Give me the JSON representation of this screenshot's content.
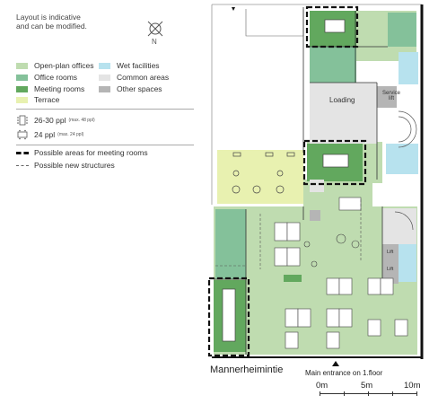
{
  "note": [
    "Layout is indicative",
    "and can be modified."
  ],
  "legend": {
    "items": [
      {
        "label": "Open-plan offices",
        "color": "#bfdcb0"
      },
      {
        "label": "Office rooms",
        "color": "#84c19a"
      },
      {
        "label": "Meeting rooms",
        "color": "#62a85e"
      },
      {
        "label": "Terrace",
        "color": "#e8f1b0"
      },
      {
        "label": "Wet facilities",
        "color": "#b7e2ee"
      },
      {
        "label": "Common areas",
        "color": "#e4e4e4"
      },
      {
        "label": "Other spaces",
        "color": "#b5b5b5"
      }
    ],
    "capacity": [
      {
        "label": "26-30 ppl",
        "sub": "(max. 48 ppl)"
      },
      {
        "label": "24 ppl",
        "sub": "(max. 24 ppl)"
      }
    ],
    "lines": [
      {
        "label": "Possible areas for meeting rooms"
      },
      {
        "label": "Possible new structures"
      }
    ]
  },
  "plan": {
    "rooms": {
      "loading": "Loading",
      "service_lift": "Service lift"
    },
    "lift_labels": [
      "Lift",
      "Lift"
    ],
    "street": "Mannerheimintie",
    "entrance": "Main entrance on 1.floor",
    "scale": [
      "0m",
      "5m",
      "10m"
    ]
  }
}
